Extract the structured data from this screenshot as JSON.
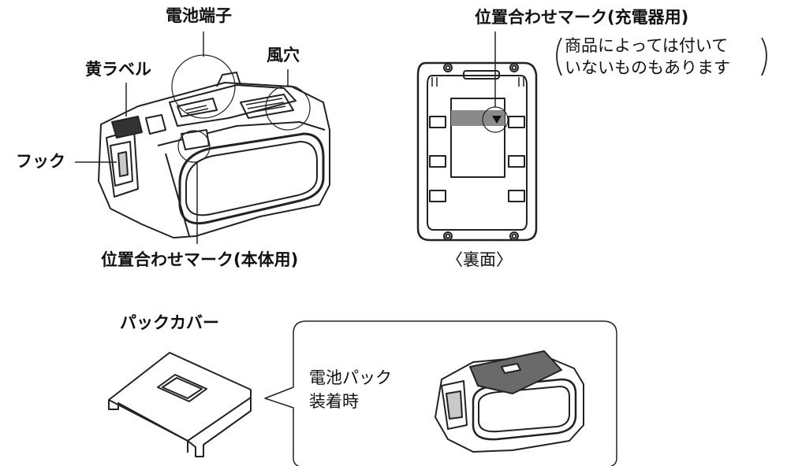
{
  "labels": {
    "terminal": "電池端子",
    "vent": "風穴",
    "yellow_label": "黄ラベル",
    "hook": "フック",
    "mark_body": "位置合わせマーク(本体用)",
    "mark_charger": "位置合わせマーク(充電器用)",
    "note_line1": "商品によっては付いて",
    "note_line2": "いないものもあります",
    "back_side": "〈裏面〉",
    "pack_cover": "パックカバー",
    "attached_line1": "電池パック",
    "attached_line2": "装着時"
  },
  "colors": {
    "line": "#222222",
    "mark_band": "#8a8a8a",
    "cover_fill": "#6a6a6a",
    "light_gray": "#c9c9c9"
  }
}
